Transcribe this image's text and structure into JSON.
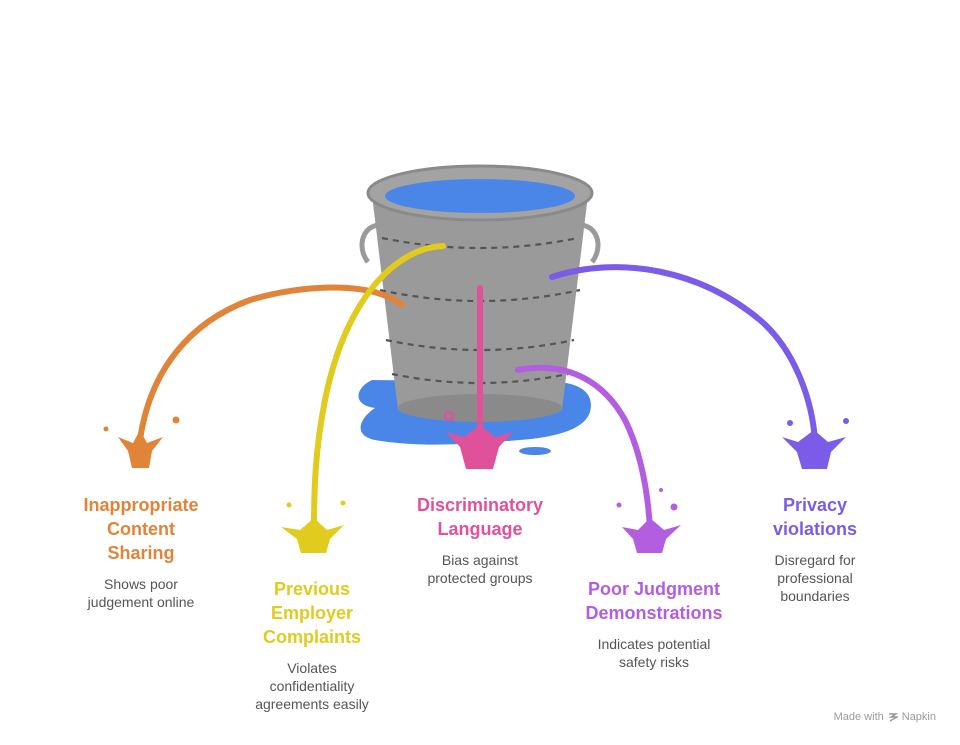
{
  "items": [
    {
      "title": "Inappropriate\nContent\nSharing",
      "desc": "Shows poor\njudgement online",
      "color": "#e0843a"
    },
    {
      "title": "Previous\nEmployer\nComplaints",
      "desc": "Violates\nconfidentiality\nagreements easily",
      "color": "#e0cb1e"
    },
    {
      "title": "Discriminatory\nLanguage",
      "desc": "Bias against\nprotected groups",
      "color": "#e0519c"
    },
    {
      "title": "Poor Judgment\nDemonstrations",
      "desc": "Indicates potential\nsafety risks",
      "color": "#b35ee0"
    },
    {
      "title": "Privacy\nviolations",
      "desc": "Disregard for\nprofessional\nboundaries",
      "color": "#7a5ce8"
    }
  ],
  "credit": {
    "made_with": "Made with",
    "brand": "Napkin"
  },
  "colors": {
    "bucket": "#9a9a9a",
    "bucket_dark": "#6e6e6e",
    "water": "#4a86e8"
  }
}
